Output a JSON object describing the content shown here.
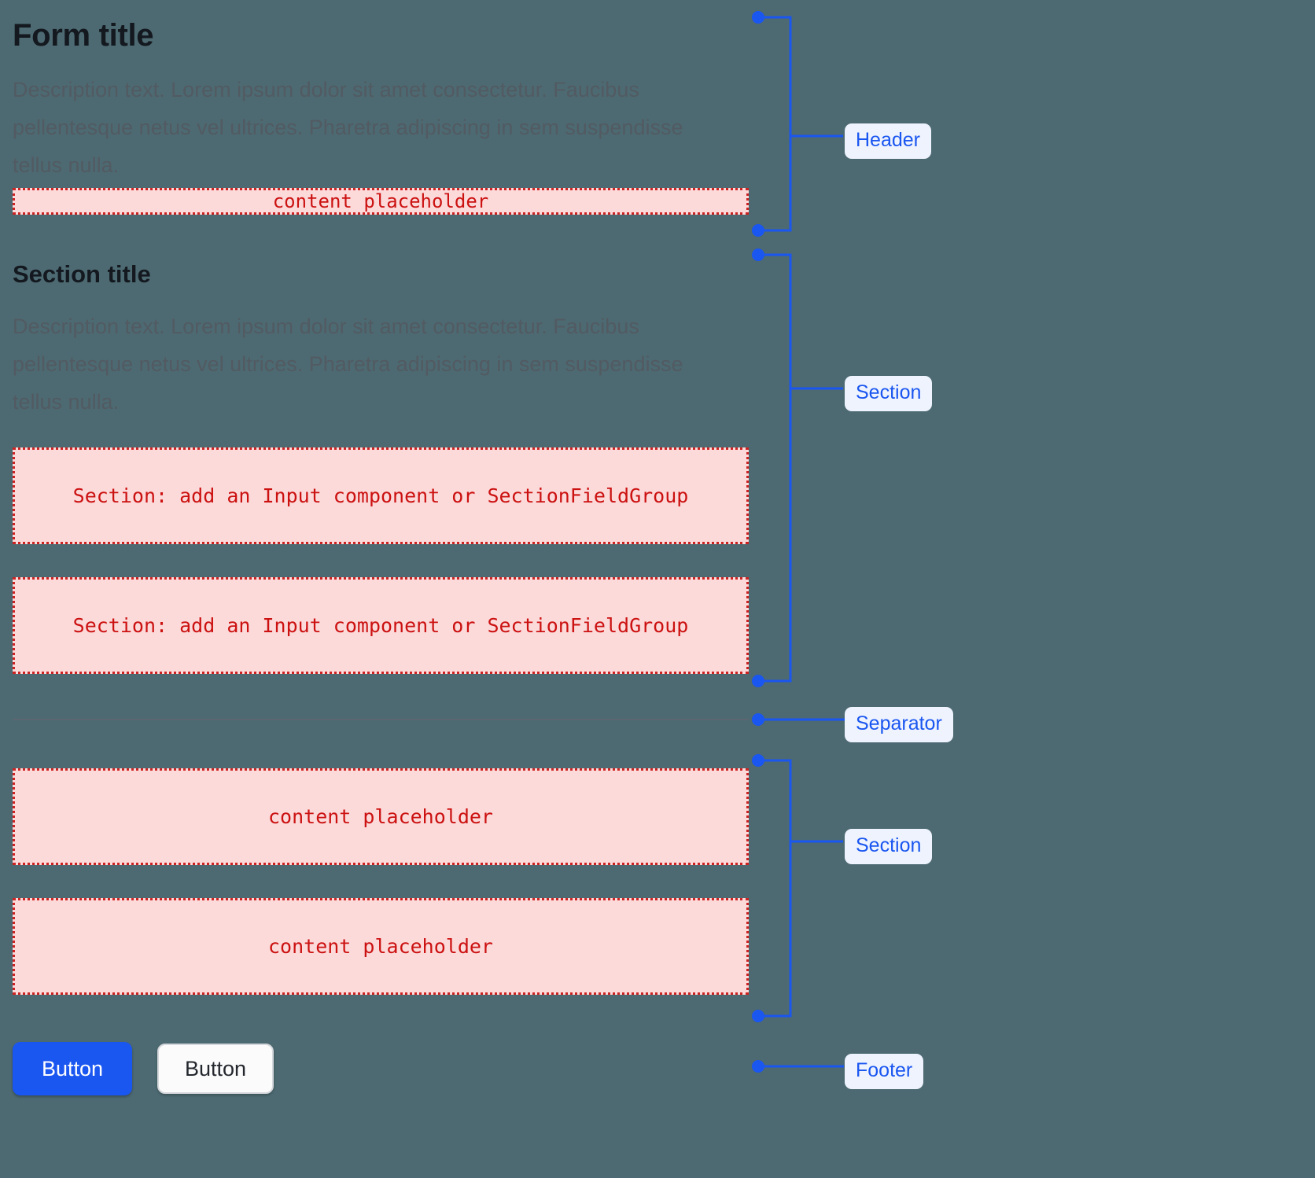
{
  "page": {
    "background_color": "#4d6a72",
    "accent_color": "#1a56f0",
    "placeholder_color": "#cc1111",
    "placeholder_fill": "#fcdada"
  },
  "header": {
    "title": "Form title",
    "description": "Description text. Lorem ipsum dolor sit amet consectetur. Faucibus pellentesque netus vel ultrices. Pharetra adipiscing in sem suspendisse tellus nulla.",
    "placeholder": "content placeholder"
  },
  "section": {
    "title": "Section title",
    "description": "Description text. Lorem ipsum dolor sit amet consectetur. Faucibus pellentesque netus vel ultrices. Pharetra adipiscing in sem suspendisse tellus nulla.",
    "field_placeholder_a": "Section: add an Input component or SectionFieldGroup",
    "field_placeholder_b": "Section: add an Input component or SectionFieldGroup"
  },
  "section_two": {
    "placeholder_a": "content placeholder",
    "placeholder_b": "content placeholder"
  },
  "footer": {
    "primary_button": "Button",
    "secondary_button": "Button"
  },
  "annotations": {
    "header": "Header",
    "section_one": "Section",
    "separator": "Separator",
    "section_two": "Section",
    "footer": "Footer"
  }
}
